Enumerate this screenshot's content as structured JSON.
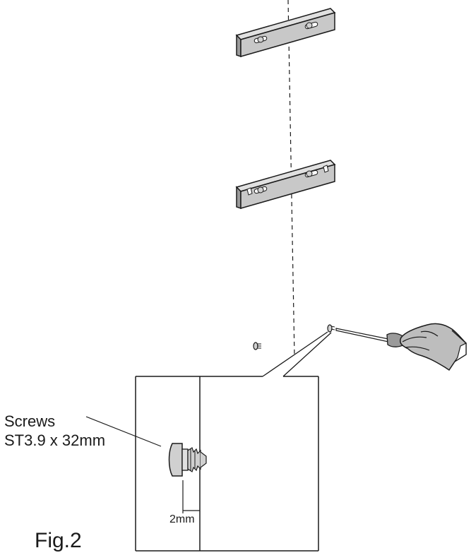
{
  "diagram": {
    "screws_label_line1": "Screws",
    "screws_label_line2": "ST3.9 x 32mm",
    "gap_label": "2mm",
    "figure_label": "Fig.2"
  },
  "colors": {
    "line": "#1a1a1a",
    "bracket_fill": "#c8c8c8",
    "bracket_shade": "#9a9a9a",
    "hand_fill": "#bdbdbd",
    "screw_fill": "#d0d0d0"
  },
  "icons": [
    "mounting-bracket",
    "screw",
    "screwdriver",
    "hand"
  ]
}
